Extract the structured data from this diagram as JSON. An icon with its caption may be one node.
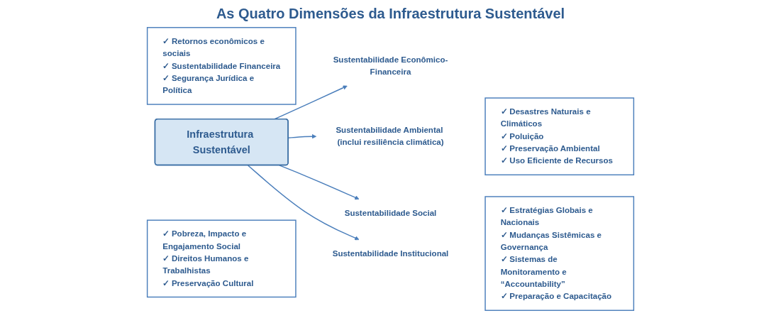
{
  "diagram": {
    "title": "As Quatro Dimensões da Infraestrutura Sustentável",
    "nodes": [
      {
        "text": [
          "Infraestrutura Sustentável"
        ]
      },
      {
        "text": [
          "Sustentabilidade Econômico-Financeira"
        ],
        "beside": [
          "✓ Retornos econômicos e sociais",
          "✓ Sustentabilidade Financeira",
          "✓ Segurança Jurídica e Política"
        ]
      },
      {
        "text": [
          "Sustentabilidade Ambiental (inclui resiliência climática)"
        ],
        "beside": [
          "✓ Desastres Naturais e Climáticos",
          "✓ Poluição",
          "✓ Preservação Ambiental",
          "✓ Uso Eficiente de Recursos"
        ]
      },
      {
        "text": [
          "Sustentabilidade Social"
        ],
        "beside": [
          "✓ Pobreza, Impacto e Engajamento Social",
          "✓ Direitos Humanos e Trabalhistas",
          "✓ Preservação Cultural"
        ]
      },
      {
        "text": [
          "Sustentabilidade Institucional"
        ],
        "beside": [
          "✓ Estratégias Globais e Nacionais",
          "✓ Mudanças Sistêmicas e Governança",
          "✓ Sistemas de Monitoramento e “Accountability”",
          "✓ Preparação e Capacitação"
        ]
      }
    ],
    "edges": [
      {
        "from": 0,
        "to": 1,
        "arrow": "to"
      },
      {
        "from": 0,
        "to": 2,
        "arrow": "to"
      },
      {
        "from": 0,
        "to": 3,
        "arrow": "to"
      },
      {
        "from": 0,
        "to": 4,
        "arrow": "to"
      }
    ]
  }
}
